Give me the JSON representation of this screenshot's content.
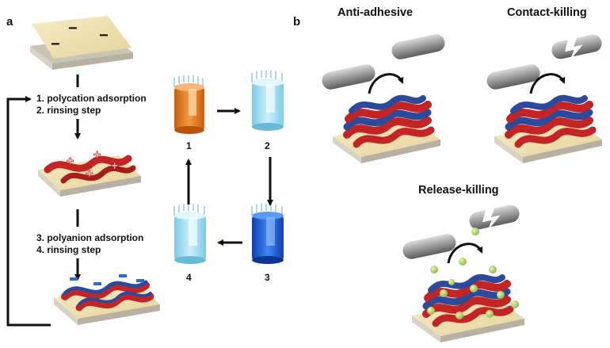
{
  "panel_a": {
    "label": "a",
    "steps_top": [
      "1. polycation adsorption",
      "2. rinsing step"
    ],
    "steps_bottom": [
      "3. polyanion adsorption",
      "4. rinsing step"
    ],
    "substrate_charges": [
      "−",
      "−",
      "−"
    ],
    "polycation_charges": [
      "+",
      "+",
      "+",
      "+"
    ],
    "beakers": [
      {
        "number": "1",
        "color": "#e07a1e"
      },
      {
        "number": "2",
        "color": "#9fdcef"
      },
      {
        "number": "3",
        "color": "#1e5fd6"
      },
      {
        "number": "4",
        "color": "#9fdcef"
      }
    ]
  },
  "panel_b": {
    "label": "b",
    "modes": [
      {
        "title": "Anti-adhesive"
      },
      {
        "title": "Contact-killing"
      },
      {
        "title": "Release-killing"
      }
    ]
  },
  "colors": {
    "substrate_top": "#f3e4b3",
    "substrate_side": "#cfc8b8",
    "polycation": "#c42424",
    "polyanion": "#2c4a9c",
    "bacterium": "#8f8f8f",
    "released_agent": "#b6d66a"
  }
}
